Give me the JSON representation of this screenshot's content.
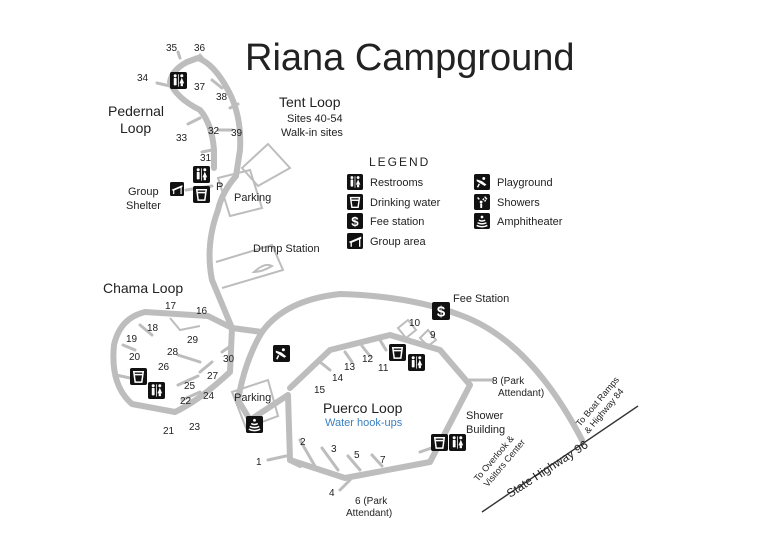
{
  "title": "Riana Campground",
  "loops": {
    "pedernal": [
      "Pedernal",
      "Loop"
    ],
    "tent": {
      "name": "Tent Loop",
      "sub1": "Sites 40-54",
      "sub2": "Walk-in sites"
    },
    "chama": "Chama Loop",
    "puerco": {
      "name": "Puerco Loop",
      "sub": "Water hook-ups"
    }
  },
  "labels": {
    "group_shelter": [
      "Group",
      "Shelter"
    ],
    "parking_top": "Parking",
    "parking_p": "P",
    "dump_station": "Dump Station",
    "fee_station": "Fee Station",
    "parking_bottom": "Parking",
    "shower_building": [
      "Shower",
      "Building"
    ],
    "park_attendant_8": [
      "8 (Park",
      "Attendant)"
    ],
    "park_attendant_6": [
      "6 (Park",
      "Attendant)"
    ],
    "highway": "State Highway 96",
    "to_boat_ramps": [
      "To Boat Ramps",
      "& Highway 84"
    ],
    "to_overlook": [
      "To Overlook &",
      "Visitors Center"
    ]
  },
  "legend": {
    "title": "LEGEND",
    "items": [
      {
        "icon": "restrooms-icon",
        "label": "Restrooms"
      },
      {
        "icon": "drinking-water-icon",
        "label": "Drinking water"
      },
      {
        "icon": "fee-station-icon",
        "label": "Fee station"
      },
      {
        "icon": "group-area-icon",
        "label": "Group area"
      },
      {
        "icon": "playground-icon",
        "label": "Playground"
      },
      {
        "icon": "showers-icon",
        "label": "Showers"
      },
      {
        "icon": "amphitheater-icon",
        "label": "Amphitheater"
      }
    ]
  },
  "sites": {
    "s1": "1",
    "s2": "2",
    "s3": "3",
    "s4": "4",
    "s5": "5",
    "s7": "7",
    "s9": "9",
    "s10": "10",
    "s11": "11",
    "s12": "12",
    "s13": "13",
    "s14": "14",
    "s15": "15",
    "s16": "16",
    "s17": "17",
    "s18": "18",
    "s19": "19",
    "s20": "20",
    "s21": "21",
    "s22": "22",
    "s23": "23",
    "s24": "24",
    "s25": "25",
    "s26": "26",
    "s27": "27",
    "s28": "28",
    "s29": "29",
    "s30": "30",
    "s31": "31",
    "s32": "32",
    "s33": "33",
    "s34": "34",
    "s35": "35",
    "s36": "36",
    "s37": "37",
    "s38": "38",
    "s39": "39"
  },
  "colors": {
    "road": "#bdbdbd",
    "icon": "#111111",
    "accent": "#3a7fc1"
  }
}
